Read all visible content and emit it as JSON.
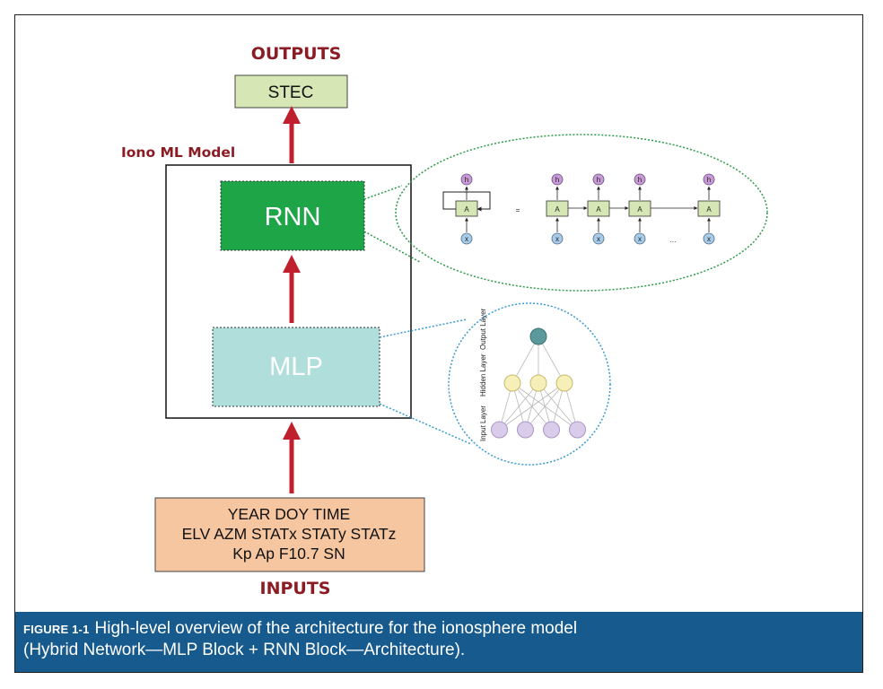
{
  "outputs_heading": "OUTPUTS",
  "inputs_heading": "INPUTS",
  "output_box": "STEC",
  "model_label": "Iono ML Model",
  "rnn_label": "RNN",
  "mlp_label": "MLP",
  "inputs": [
    "YEAR DOY TIME",
    "ELV AZM STATx STATy STATz",
    "Kp Ap F10.7 SN"
  ],
  "rnn_detail": {
    "cell_label": "A",
    "hidden_label": "h",
    "input_label": "x",
    "equals": "=",
    "ellipsis": "..."
  },
  "mlp_detail": {
    "layers": [
      "Output Layer",
      "Hidden Layer",
      "Input Layer"
    ],
    "node_counts": [
      1,
      3,
      4
    ]
  },
  "colors": {
    "heading": "#8b1c24",
    "arrow": "#c0202e",
    "stec_fill": "#d6e7b5",
    "rnn_fill": "#1ea548",
    "mlp_fill": "#b0dedb",
    "inputs_fill": "#f5c69f",
    "caption_bg": "#175a8d"
  },
  "caption": {
    "label": "FIGURE 1-1",
    "text": "High-level overview of the architecture for the ionosphere model",
    "text2": "(Hybrid Network—MLP Block + RNN Block—Architecture)."
  }
}
